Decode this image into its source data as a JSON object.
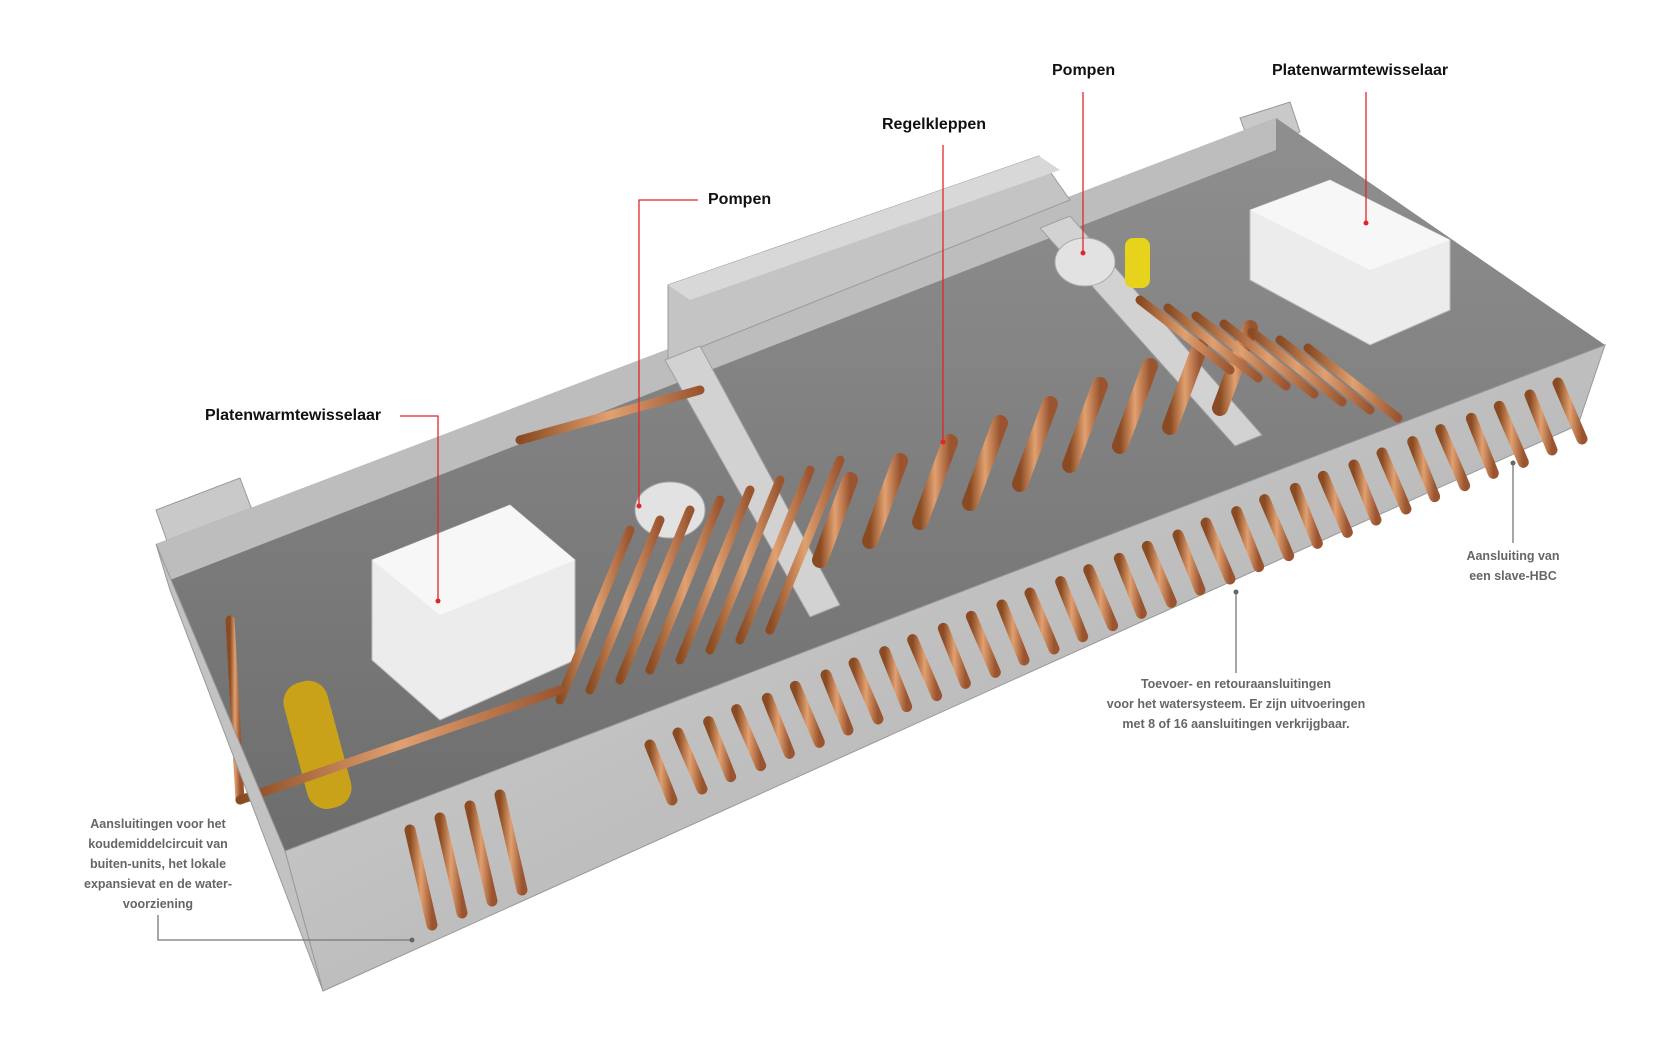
{
  "labels": {
    "pompen_right": "Pompen",
    "platen_right": "Platenwarmtewisselaar",
    "regelkleppen": "Regelkleppen",
    "pompen_left": "Pompen",
    "platen_left": "Platenwarmtewisselaar"
  },
  "notes": {
    "slave": "Aansluiting van\neen slave-HBC",
    "toevoer": "Toevoer- en retouraansluitingen\nvoor het watersysteem. Er zijn uitvoeringen\nmet 8 of 16 aansluitingen verkrijgbaar.",
    "koudemiddel": "Aansluitingen voor het\nkoudemiddelcircuit van\nbuiten-units, het lokale\nexpansievat en de water-\nvoorziening"
  },
  "colors": {
    "callout_red": "#e0262b",
    "callout_grey": "#777777",
    "copper": "#c8794a",
    "steel": "#b9b9b9"
  }
}
